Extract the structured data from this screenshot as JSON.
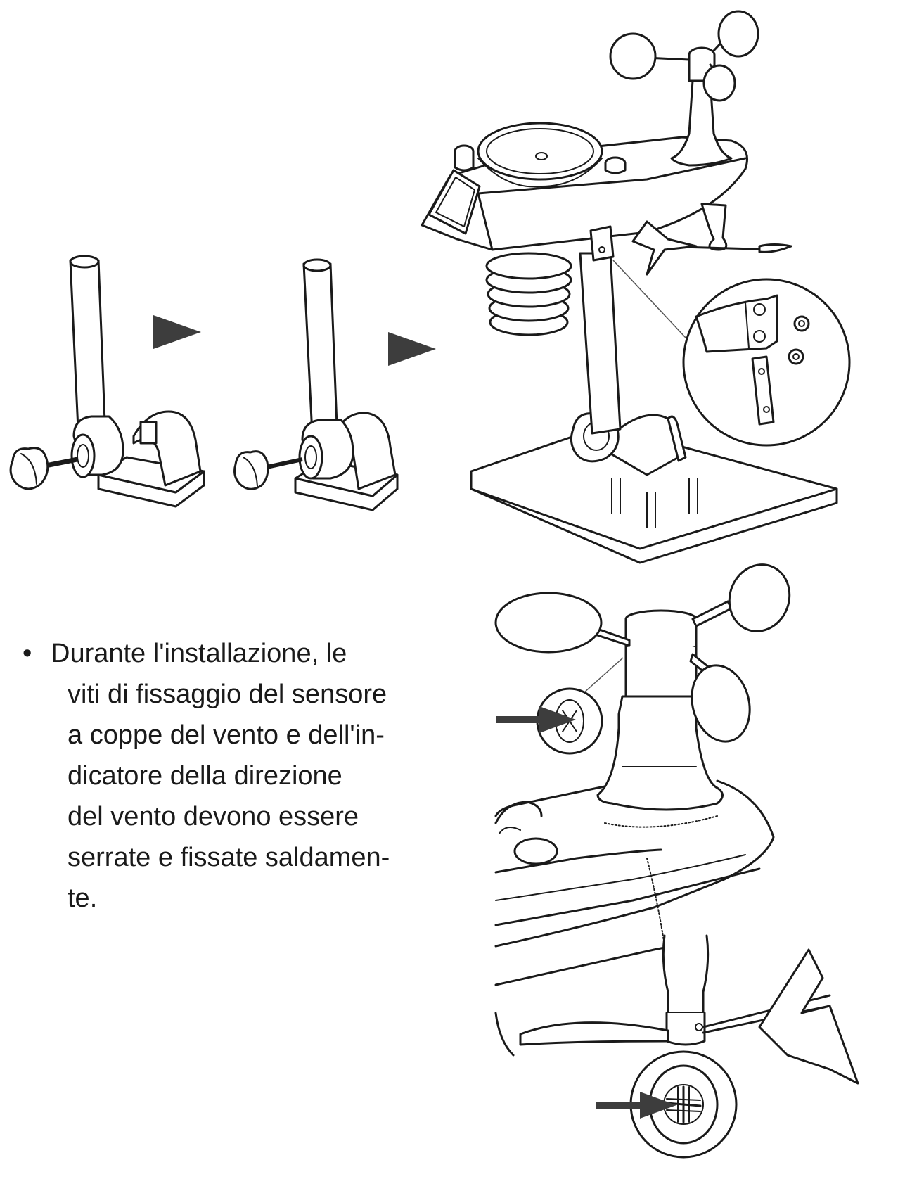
{
  "instruction": {
    "bullet": "•",
    "lines": [
      "Durante l'installazione, le",
      "viti di fissaggio del sensore",
      "a coppe del vento e dell'in-",
      "dicatore della direzione",
      "del vento devono essere",
      "serrate e fissate saldamen-",
      "te."
    ]
  },
  "colors": {
    "ink": "#1a1a1a",
    "arrow": "#3d3d3d",
    "background": "#ffffff"
  },
  "icons": [
    "step-arrow-icon",
    "pointer-arrow-icon",
    "screw-icon"
  ]
}
